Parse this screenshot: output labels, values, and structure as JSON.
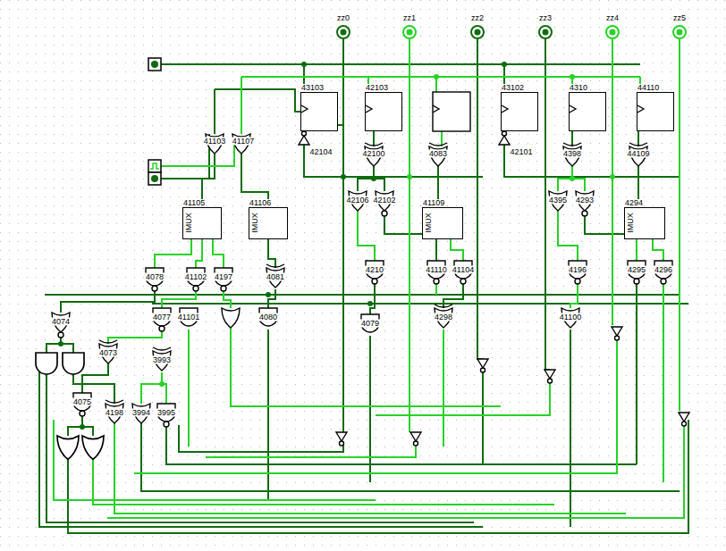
{
  "diagram": {
    "nodes": [
      {
        "text": [
          "43103"
        ]
      },
      {
        "text": [
          "42103"
        ]
      },
      {
        "text": [
          "43102"
        ]
      },
      {
        "text": [
          "4310"
        ]
      },
      {
        "text": [
          "44110"
        ]
      },
      {
        "text": [
          "41105",
          "IMUX"
        ]
      },
      {
        "text": [
          "41106",
          "IMUX"
        ]
      },
      {
        "text": [
          "41109",
          "IMUX"
        ]
      },
      {
        "text": [
          "4294",
          "IMUX"
        ]
      }
    ],
    "labels": [
      "zz0",
      "zz1",
      "zz2",
      "zz3",
      "zz4",
      "zz5",
      "41103",
      "41107",
      "42104",
      "42100",
      "4083",
      "42101",
      "4398",
      "44109",
      "42106",
      "42102",
      "4395",
      "4293",
      "4078",
      "41102",
      "4197",
      "4081",
      "4210",
      "41110",
      "41104",
      "4196",
      "4295",
      "4296",
      "4074",
      "4077",
      "41101",
      "4080",
      "4079",
      "4298",
      "41100",
      "4073",
      "3993",
      "4075",
      "4198",
      "3994",
      "3995"
    ]
  }
}
